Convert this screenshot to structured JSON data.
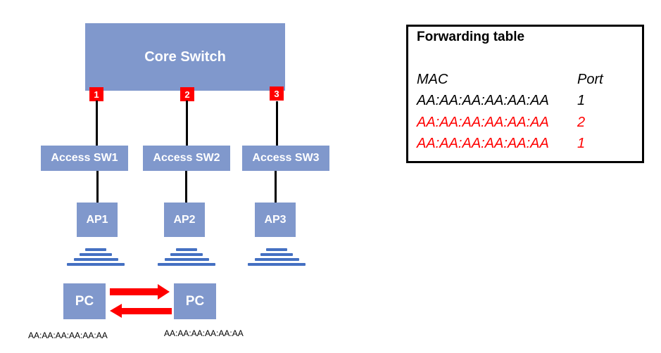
{
  "colors": {
    "node_fill": "#8098CC",
    "wifi_bar": "#4470C2",
    "accent_red": "#FF0000",
    "line_black": "#000000"
  },
  "diagram": {
    "core_switch_label": "Core Switch",
    "ports": [
      "1",
      "2",
      "3"
    ],
    "access_switches": [
      "Access SW1",
      "Access SW2",
      "Access SW3"
    ],
    "access_points": [
      "AP1",
      "AP2",
      "AP3"
    ],
    "pcs": [
      {
        "label": "PC",
        "mac": "AA:AA:AA:AA:AA:AA"
      },
      {
        "label": "PC",
        "mac": "AA:AA:AA:AA:AA:AA"
      }
    ]
  },
  "forwarding_table": {
    "title": "Forwarding table",
    "columns": {
      "mac": "MAC",
      "port": "Port"
    },
    "rows": [
      {
        "mac": "AA:AA:AA:AA:AA:AA",
        "port": "1",
        "color": "#000000"
      },
      {
        "mac": "AA:AA:AA:AA:AA:AA",
        "port": "2",
        "color": "#FF0000"
      },
      {
        "mac": "AA:AA:AA:AA:AA:AA",
        "port": "1",
        "color": "#FF0000"
      }
    ]
  }
}
